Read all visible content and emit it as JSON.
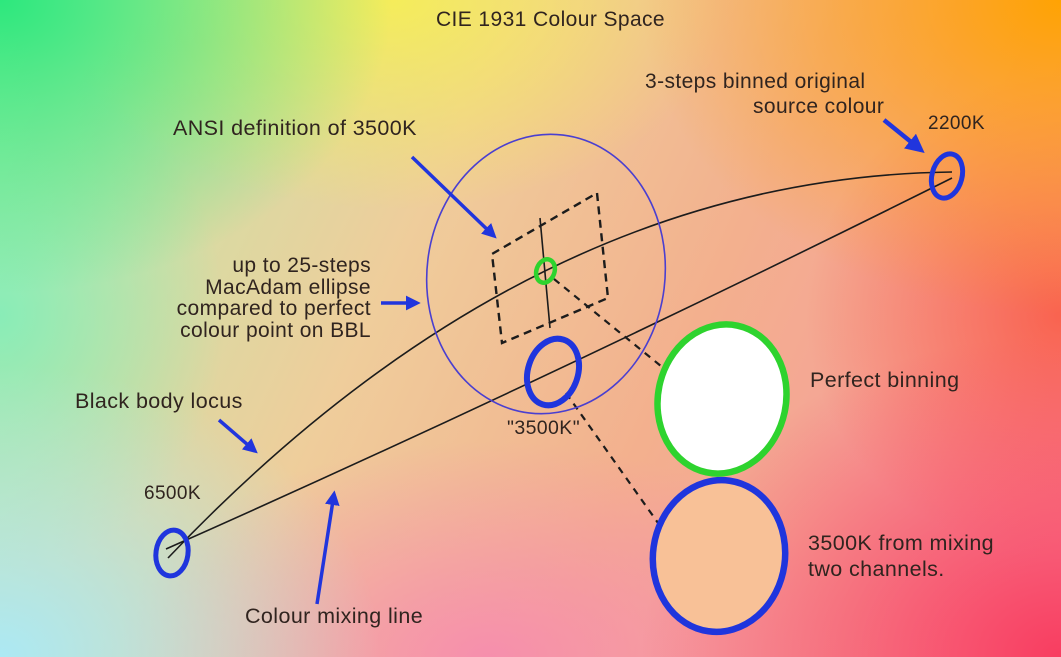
{
  "title": "CIE 1931 Colour Space",
  "labels": {
    "binned_source": {
      "line1": "3-steps binned original",
      "line2": "source colour"
    },
    "ansi": "ANSI definition of 3500K",
    "k2200": "2200K",
    "macadam": {
      "line1": "up to 25-steps",
      "line2": "MacAdam ellipse",
      "line3": "compared to perfect",
      "line4": "colour point on BBL"
    },
    "bbl": "Black body locus",
    "k6500": "6500K",
    "mixing_line": "Colour mixing line",
    "q3500": "\"3500K\"",
    "perfect_binning": "Perfect binning",
    "mixing_3500": {
      "line1": "3500K from mixing",
      "line2": "two channels."
    }
  },
  "colors": {
    "arrow_blue": "#2135dd",
    "ellipse_blue": "#1f35dd",
    "thin_ellipse_blue": "#4a3fd0",
    "green": "#2ed32e",
    "peach_fill": "#f8c197",
    "perfect_fill": "#ffffff",
    "line_black": "#1c1c1c",
    "text": "#30241f",
    "bg_corner_topleft": "#2de87d",
    "bg_corner_topright": "#ffa303",
    "bg_corner_bottomleft": "#ace9f4",
    "bg_corner_bottomright": "#f83d60"
  }
}
